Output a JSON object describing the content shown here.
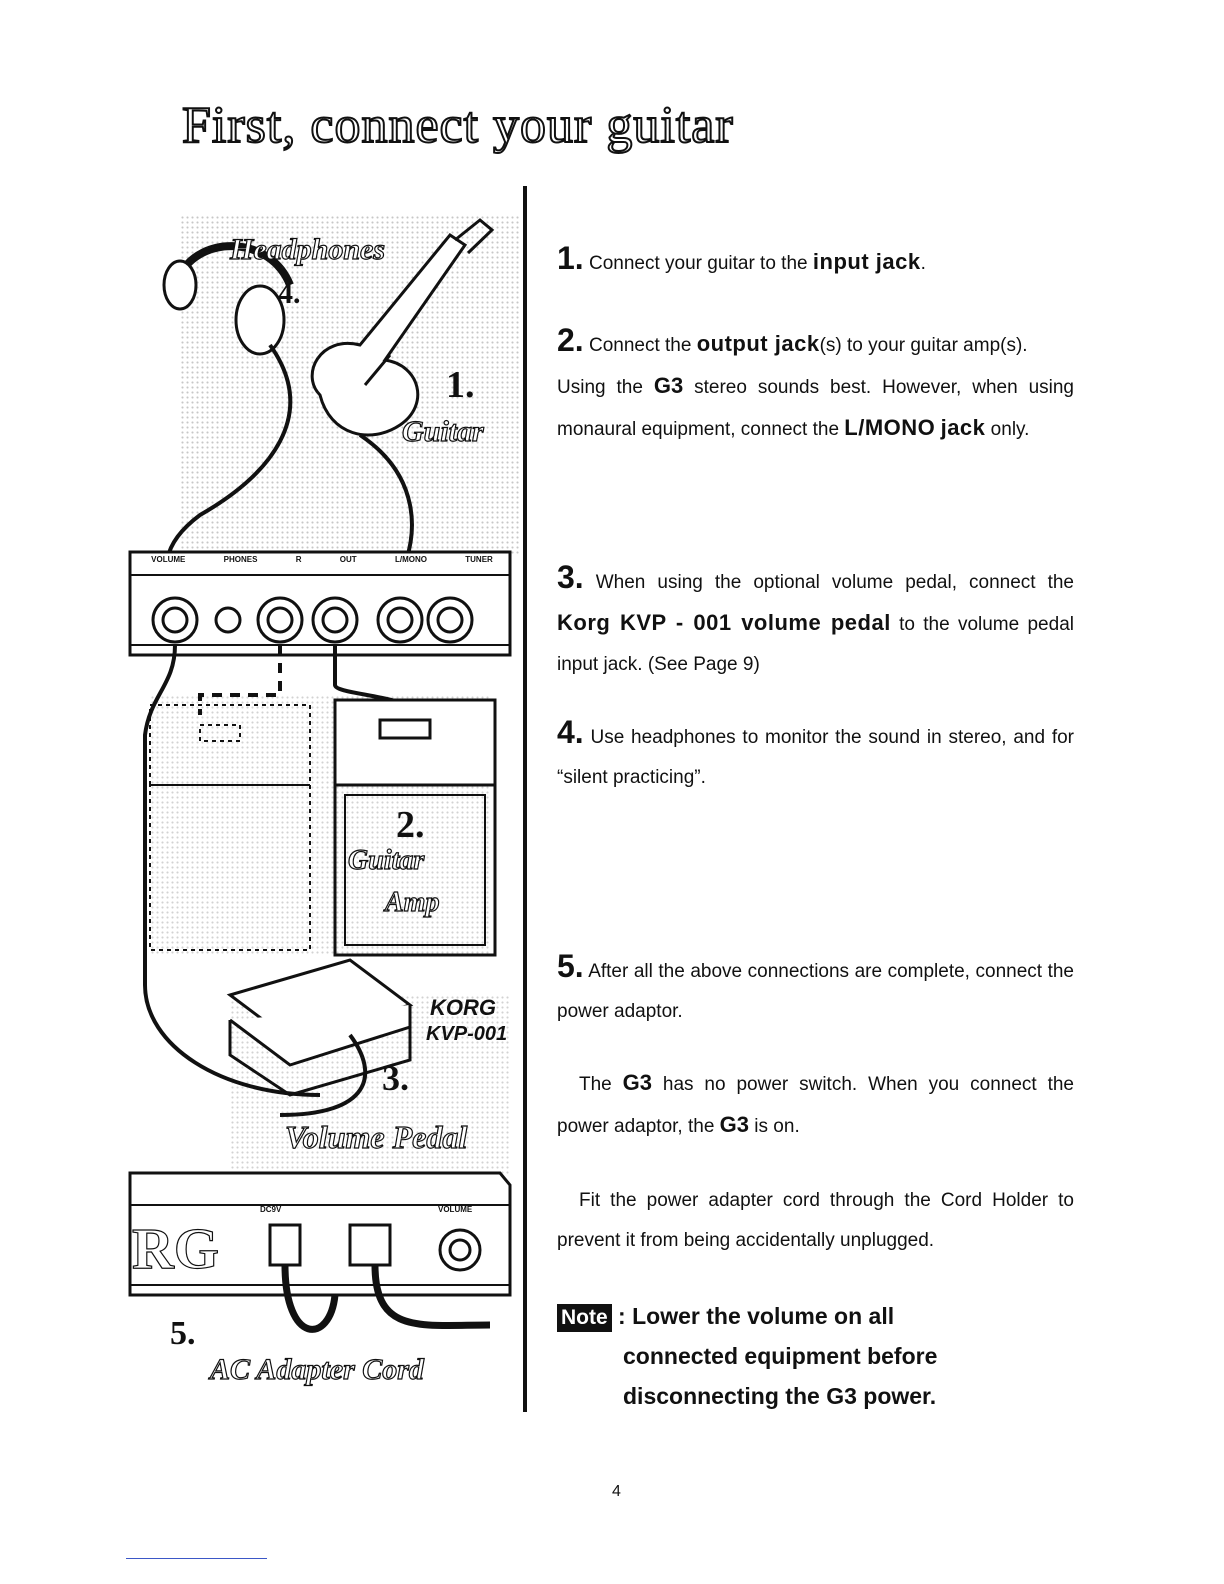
{
  "title": "First, connect your guitar",
  "illustration": {
    "headphones_label": "Headphones",
    "headphones_num": "4.",
    "guitar_label": "Guitar",
    "guitar_num": "1.",
    "amp_num": "2.",
    "amp_label_1": "Guitar",
    "amp_label_2": "Amp",
    "panel_labels": [
      "VOLUME",
      "PHONES",
      "R",
      "OUT",
      "L/MONO",
      "TUNER"
    ],
    "pedal_brand": "KORG",
    "pedal_model": "KVP-001",
    "pedal_num": "3.",
    "pedal_label": "Volume Pedal",
    "back_panel_labels": [
      "DC9V",
      "VOLUME"
    ],
    "back_logo": "RG",
    "adapter_num": "5.",
    "adapter_label": "AC Adapter Cord"
  },
  "steps": {
    "s1": {
      "num": "1.",
      "text_a": "Connect your guitar to the ",
      "emph": "input jack",
      "text_b": "."
    },
    "s2": {
      "num": "2.",
      "text_a": "Connect the ",
      "emph": "output jack",
      "emph_s": "(s)",
      "text_b": " to your guitar amp(s).",
      "line2_a": "Using the ",
      "brand": "G3",
      "line2_b": " stereo sounds best. However, when using monaural equipment, connect the ",
      "emph2": "L/MONO",
      "emph3": "jack",
      "line2_c": " only."
    },
    "s3": {
      "num": "3.",
      "text_a": "When using the optional volume pedal, connect the ",
      "emph": "Korg KVP - 001 volume pedal",
      "text_b": " to the volume pedal input jack.  (See Page 9)"
    },
    "s4": {
      "num": "4.",
      "text": "Use headphones to monitor the sound in stereo, and for “silent practicing”."
    },
    "s5": {
      "num": "5.",
      "text": "After all the above connections are complete, connect the power adaptor."
    }
  },
  "power": {
    "text_a": "The ",
    "brand": "G3",
    "text_b": " has no power switch.  When you connect the power adaptor, the ",
    "brand2": "G3",
    "text_c": " is on."
  },
  "cord_holder": "Fit the power adapter cord through the Cord Holder to prevent it from being accidentally unplugged.",
  "note": {
    "badge": "Note",
    "line1": " : Lower the volume on all",
    "line2": "connected equipment before",
    "line3_a": "disconnecting the ",
    "brand": "G3",
    "line3_b": " power."
  },
  "page_number": "4"
}
